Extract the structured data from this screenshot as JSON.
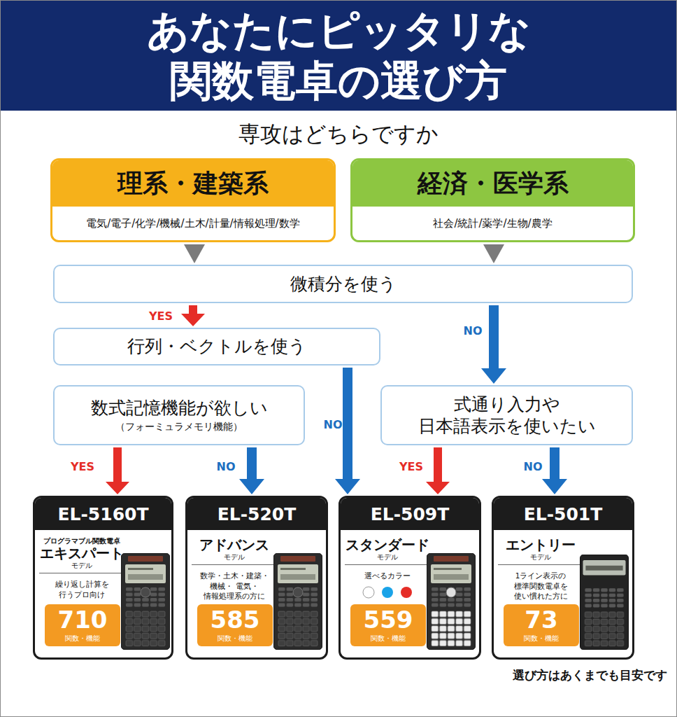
{
  "diagram": {
    "title": "あなたにピッタリな 関数電卓の選び方",
    "caption": "選び方はあくまでも目安です",
    "nodes": [
      {
        "text": [
          "理系・建築系",
          "電気/電子/化学/機械/土木/計量/情報処理/数学"
        ]
      },
      {
        "text": [
          "経済・医学系",
          "社会/統計/薬学/生物/農学"
        ]
      },
      {
        "text": [
          "微積分を使う"
        ]
      },
      {
        "text": [
          "行列・ベクトルを使う"
        ]
      },
      {
        "text": [
          "数式記憶機能が欲しい",
          "（フォーミュラメモリ機能）"
        ]
      },
      {
        "text": [
          "式通り入力や 日本語表示を使いたい"
        ]
      },
      {
        "text": [
          "EL-5160T",
          "プログラマブル関数電卓",
          "エキスパート",
          "モデル",
          "繰り返し計算を 行うプロ向け"
        ]
      },
      {
        "text": [
          "710",
          "関数・機能"
        ],
        "in": 6
      },
      {
        "text": [
          "EL-520T",
          "アドバンス",
          "モデル",
          "数学・土木・建築・機械・ 電気・情報処理系の方に"
        ]
      },
      {
        "text": [
          "585",
          "関数・機能"
        ],
        "in": 8
      },
      {
        "text": [
          "EL-509T",
          "スタンダード",
          "モデル",
          "選べるカラー"
        ]
      },
      {
        "text": [
          "559",
          "関数・機能"
        ],
        "in": 10
      },
      {
        "text": [
          "EL-501T",
          "エントリー",
          "モデル",
          "1ライン表示の 標準関数電卓を 使い慣れた方に"
        ]
      },
      {
        "text": [
          "73",
          "関数・機能"
        ],
        "in": 12
      }
    ],
    "edges": [
      {
        "from": 0,
        "to": 2,
        "arrow": "to"
      },
      {
        "from": 1,
        "to": 2,
        "arrow": "to"
      },
      {
        "from": 2,
        "to": 3,
        "label": "YES",
        "arrow": "to"
      },
      {
        "from": 2,
        "to": 5,
        "label": "NO",
        "arrow": "to"
      },
      {
        "from": 3,
        "to": 10,
        "label": "NO",
        "arrow": "to"
      },
      {
        "from": 4,
        "to": 6,
        "label": "YES",
        "arrow": "to"
      },
      {
        "from": 4,
        "to": 8,
        "label": "NO",
        "arrow": "to"
      },
      {
        "from": 5,
        "to": 10,
        "label": "YES",
        "arrow": "to"
      },
      {
        "from": 5,
        "to": 12,
        "label": "NO",
        "arrow": "to"
      }
    ],
    "labels": [
      "専攻はどちらですか"
    ]
  }
}
